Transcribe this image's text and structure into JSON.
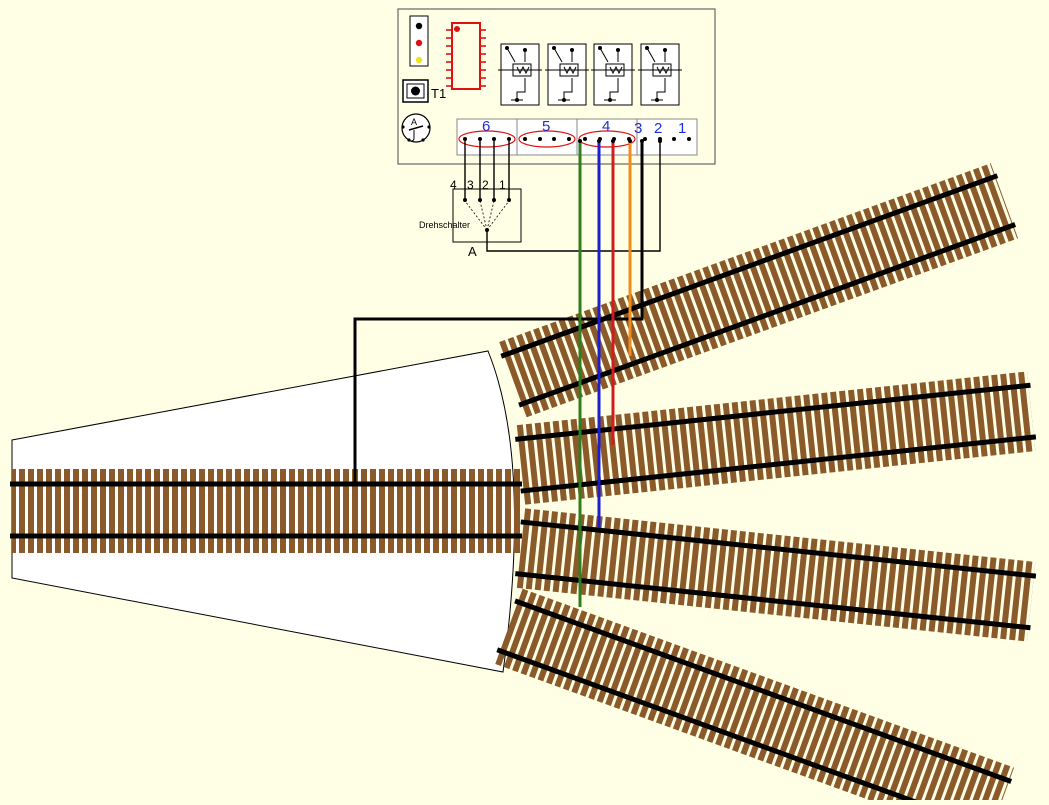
{
  "colors": {
    "background": "#FFFFE6",
    "sleeper": "#8B5A2B",
    "rail": "#000000",
    "terminal_numbers": "#1F2FD6",
    "wire_green": "#2E7D1E",
    "wire_blue": "#1C1CD0",
    "wire_red": "#D01C1C",
    "wire_orange": "#F08C1C",
    "wire_black": "#000000",
    "chip_outline": "#E01010",
    "led_black": "#000000",
    "led_red": "#E01010",
    "led_yellow": "#F2E21C"
  },
  "control_board": {
    "transformer_label": "T1",
    "terminal_blocks": [
      {
        "label": "6"
      },
      {
        "label": "5"
      },
      {
        "label": "4"
      },
      {
        "label": "3"
      },
      {
        "label": "2"
      },
      {
        "label": "1"
      }
    ],
    "fuse_label": "A",
    "relays": [
      {
        "name": "relay-1"
      },
      {
        "name": "relay-2"
      },
      {
        "name": "relay-3"
      },
      {
        "name": "relay-4"
      }
    ]
  },
  "rotary_switch": {
    "label": "Drehschalter",
    "caption": "A",
    "contacts": [
      "4",
      "3",
      "2",
      "1"
    ]
  },
  "wires": [
    {
      "name": "green-wire",
      "color": "wire_green"
    },
    {
      "name": "blue-wire",
      "color": "wire_blue"
    },
    {
      "name": "red-wire",
      "color": "wire_red"
    },
    {
      "name": "orange-wire",
      "color": "wire_orange"
    }
  ]
}
